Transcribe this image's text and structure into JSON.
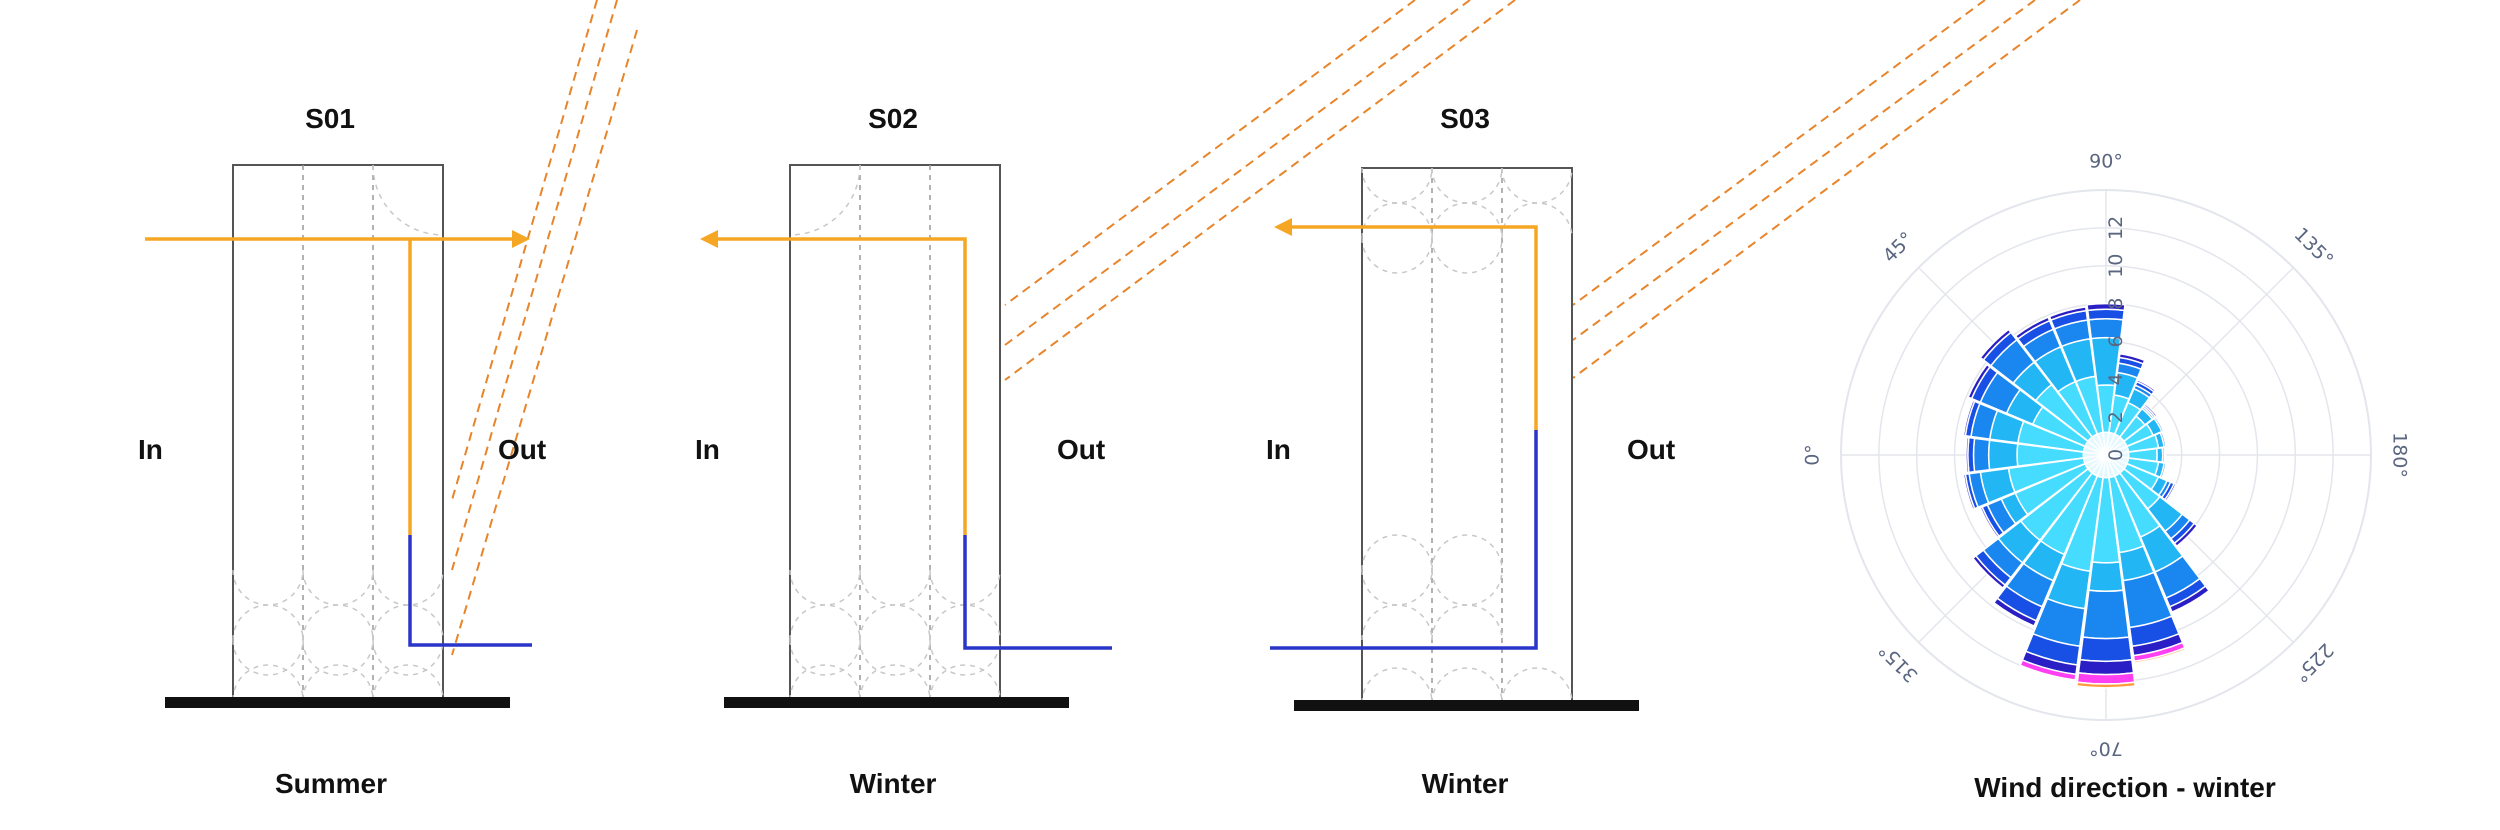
{
  "colors": {
    "frame": "#555555",
    "divider": "#999999",
    "ground": "#111111",
    "warm_air": "#f5a623",
    "sun_ray": "#e8842a",
    "cool_air": "#2a35c9",
    "rose_grid": "#e3e6ec",
    "rose_tick": "#5a6680"
  },
  "sections": [
    {
      "title": "S01",
      "season": "Summer",
      "in_label": "In",
      "out_label": "Out"
    },
    {
      "title": "S02",
      "season": "Winter",
      "in_label": "In",
      "out_label": "Out"
    },
    {
      "title": "S03",
      "season": "Winter",
      "in_label": "In",
      "out_label": "Out"
    }
  ],
  "wind_rose": {
    "title": "Wind direction - winter",
    "radial_ticks": [
      "0",
      "2",
      "4",
      "6",
      "8",
      "10",
      "12"
    ],
    "radial_max": 14,
    "angle_ticks": [
      "0°",
      "45°",
      "90°",
      "135°",
      "180°",
      "225°",
      "70°",
      "315°"
    ],
    "band_colors": [
      "#e4f8ff",
      "#45dcff",
      "#22b6f5",
      "#1a86f0",
      "#1850e6",
      "#2a1fc4",
      "#ff3ff2",
      "#ff9a3c"
    ]
  },
  "chart_data": {
    "type": "barpolar",
    "title": "Wind direction - winter",
    "directions_deg": [
      0,
      15,
      30,
      45,
      60,
      75,
      90,
      105,
      120,
      135,
      150,
      165,
      180,
      195,
      210,
      225,
      240,
      255,
      270,
      285,
      300,
      315,
      330,
      345
    ],
    "series": [
      {
        "values": [
          1.2,
          1.2,
          1.2,
          1.2,
          1.2,
          1.2,
          1.2,
          1.2,
          1.2,
          1.2,
          1.2,
          1.2,
          1.2,
          1.2,
          1.2,
          1.2,
          1.2,
          1.2,
          1.2,
          1.2,
          1.2,
          1.2,
          1.2,
          1.2
        ]
      },
      {
        "values": [
          3.5,
          3.5,
          3.0,
          3.5,
          3.0,
          3.0,
          2.5,
          2.0,
          1.8,
          1.4,
          1.5,
          1.6,
          1.5,
          1.6,
          1.8,
          2.4,
          3.5,
          4.0,
          4.5,
          5.0,
          4.5,
          4.5,
          4.0,
          4.0
        ]
      },
      {
        "values": [
          1.5,
          1.5,
          1.5,
          1.5,
          2.0,
          2.0,
          2.5,
          1.2,
          0.8,
          0.5,
          0.5,
          0.3,
          0.3,
          0.3,
          0.5,
          1.5,
          2.0,
          1.5,
          1.5,
          2.0,
          1.5,
          1.5,
          0.8,
          1.5
        ]
      },
      {
        "values": [
          0.8,
          1.0,
          1.5,
          1.5,
          1.0,
          1.0,
          1.0,
          0.5,
          0.2,
          0.1,
          0.1,
          0.1,
          0.1,
          0.1,
          0.2,
          0.5,
          1.5,
          2.5,
          2.5,
          2.0,
          1.5,
          1.0,
          0.8,
          0.6
        ]
      },
      {
        "values": [
          0.3,
          0.3,
          0.5,
          0.5,
          0.5,
          0.5,
          0.5,
          0.3,
          0.2,
          0.1,
          0.05,
          0.05,
          0.05,
          0.05,
          0.2,
          0.3,
          0.5,
          1.0,
          1.2,
          1.0,
          0.8,
          0.5,
          0.3,
          0.2
        ]
      },
      {
        "values": [
          0.1,
          0.1,
          0.2,
          0.2,
          0.2,
          0.2,
          0.3,
          0.2,
          0.1,
          0.1,
          0,
          0,
          0,
          0,
          0.1,
          0.2,
          0.3,
          0.5,
          0.7,
          0.5,
          0.3,
          0.2,
          0.1,
          0.1
        ]
      },
      {
        "values": [
          0,
          0,
          0,
          0,
          0,
          0,
          0,
          0,
          0,
          0,
          0,
          0,
          0,
          0,
          0,
          0,
          0,
          0.3,
          0.5,
          0.3,
          0,
          0,
          0,
          0
        ]
      },
      {
        "values": [
          0,
          0,
          0,
          0,
          0,
          0,
          0,
          0,
          0,
          0,
          0,
          0,
          0,
          0,
          0,
          0,
          0,
          0.1,
          0.2,
          0,
          0,
          0,
          0,
          0
        ]
      }
    ],
    "radial_range": [
      0,
      14
    ]
  }
}
